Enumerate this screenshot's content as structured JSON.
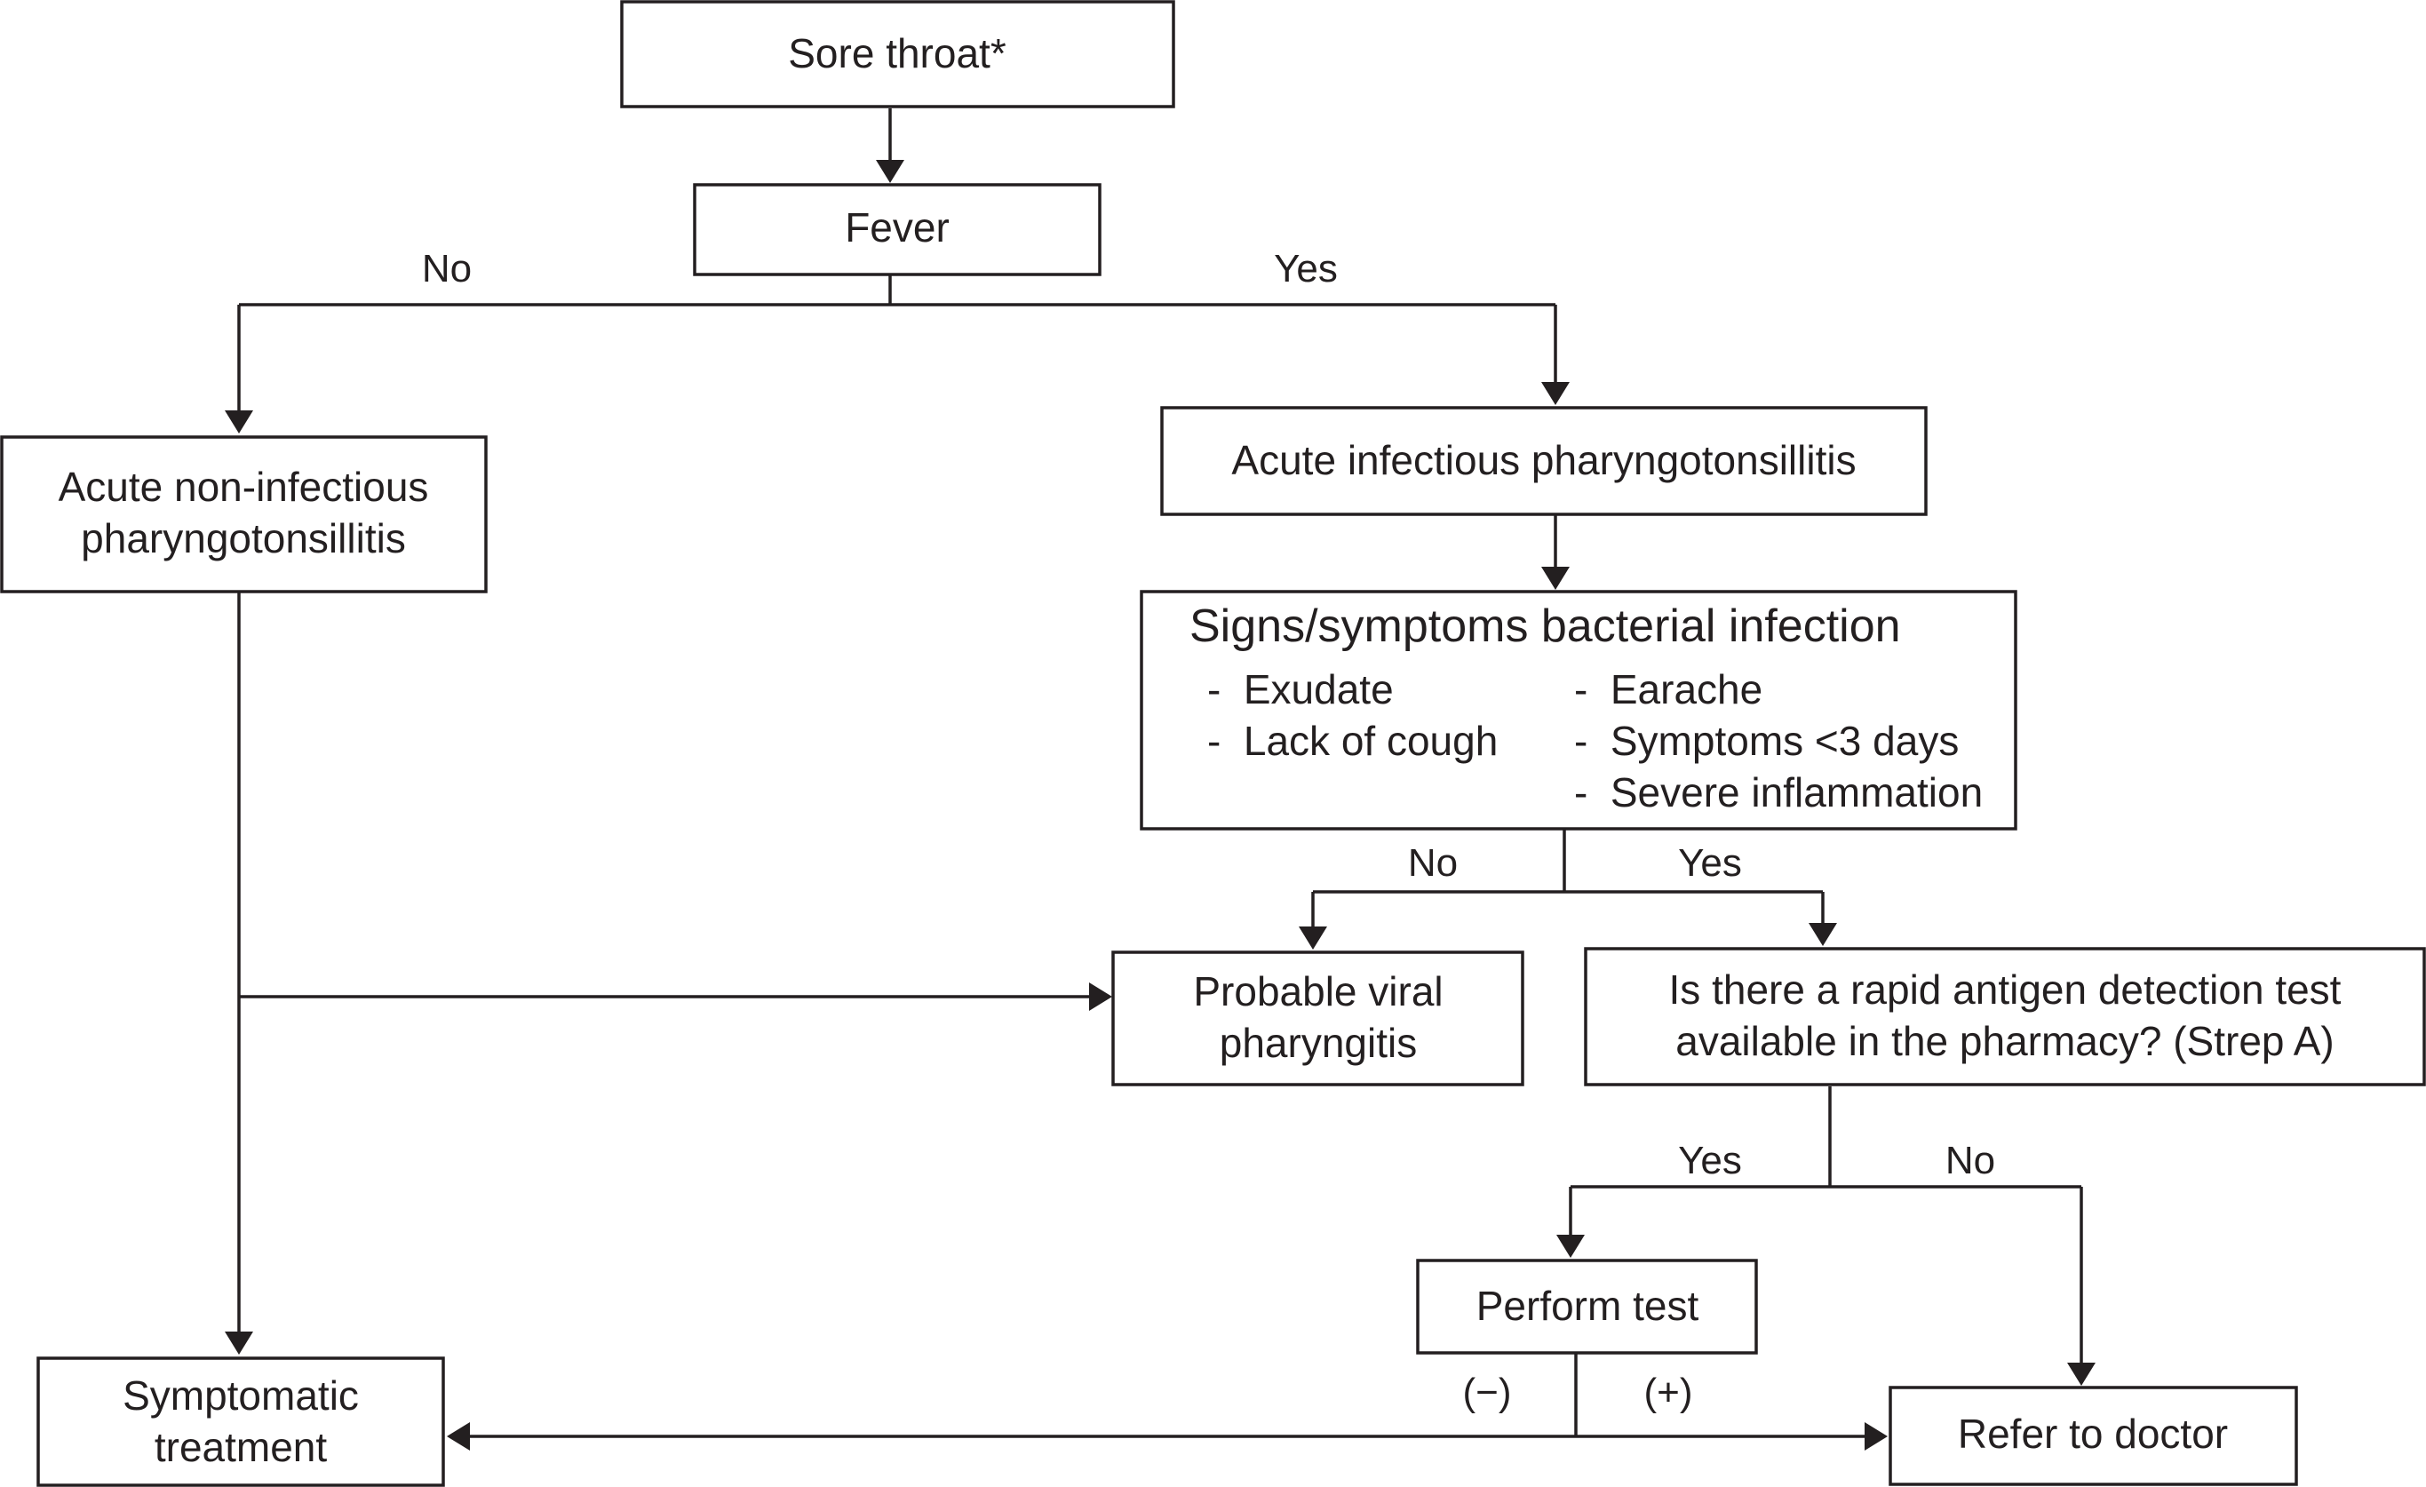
{
  "colors": {
    "ink": "#231f20",
    "background": "#ffffff"
  },
  "nodes": {
    "sore_throat": {
      "lines": [
        "Sore throat*"
      ]
    },
    "fever": {
      "lines": [
        "Fever"
      ]
    },
    "non_infectious": {
      "lines": [
        "Acute non-infectious",
        "pharyngotonsillitis"
      ]
    },
    "infectious": {
      "lines": [
        "Acute infectious pharyngotonsillitis"
      ]
    },
    "bacterial_signs": {
      "title": "Signs/symptoms bacterial infection",
      "left_items": [
        "-  Exudate",
        "-  Lack of cough"
      ],
      "right_items": [
        "-  Earache",
        "-  Symptoms <3 days",
        "-  Severe inflammation"
      ]
    },
    "viral": {
      "lines": [
        "Probable viral",
        "pharyngitis"
      ]
    },
    "rapid_test_question": {
      "lines": [
        "Is there a rapid antigen detection test",
        "available in the pharmacy? (Strep A)"
      ]
    },
    "perform_test": {
      "lines": [
        "Perform test"
      ]
    },
    "symptomatic": {
      "lines": [
        "Symptomatic",
        "treatment"
      ]
    },
    "refer": {
      "lines": [
        "Refer to doctor"
      ]
    }
  },
  "edge_labels": {
    "fever_no": "No",
    "fever_yes": "Yes",
    "signs_no": "No",
    "signs_yes": "Yes",
    "test_yes": "Yes",
    "test_no": "No",
    "result_negative": "(−)",
    "result_positive": "(+)"
  }
}
